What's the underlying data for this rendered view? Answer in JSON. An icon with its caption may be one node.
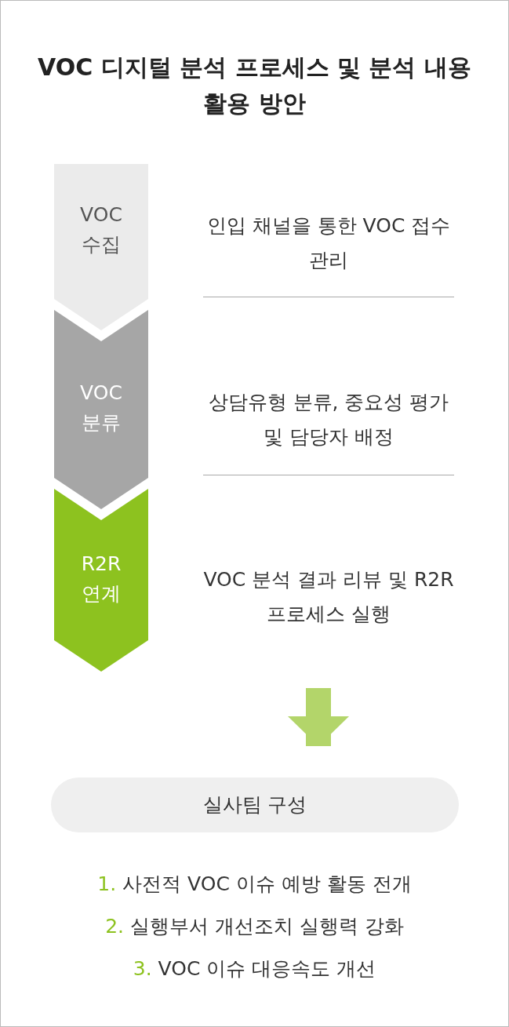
{
  "diagram": {
    "title": "VOC 디지털 분석 프로세스 및 분석 내용 활용 방안",
    "nodes": [
      {
        "text": [
          "VOC 수집"
        ],
        "beside": [
          "인입 채널을 통한 VOC 접수 관리"
        ]
      },
      {
        "text": [
          "VOC 분류"
        ],
        "beside": [
          "상담유형 분류, 중요성 평가 및 담당자 배정"
        ]
      },
      {
        "text": [
          "R2R 연계"
        ],
        "beside": [
          "VOC 분석 결과 리뷰 및 R2R 프로세스 실행"
        ]
      },
      {
        "text": [
          "실사팀 구성"
        ]
      }
    ],
    "edges": [
      {
        "from": null,
        "to": 3,
        "arrow": "to",
        "color": "#b3d56a"
      }
    ],
    "labels": [
      "1. 사전적 VOC 이슈 예방 활동 전개",
      "2. 실행부서 개선조치 실행력 강화",
      "3. VOC 이슈 대응속도 개선"
    ]
  }
}
